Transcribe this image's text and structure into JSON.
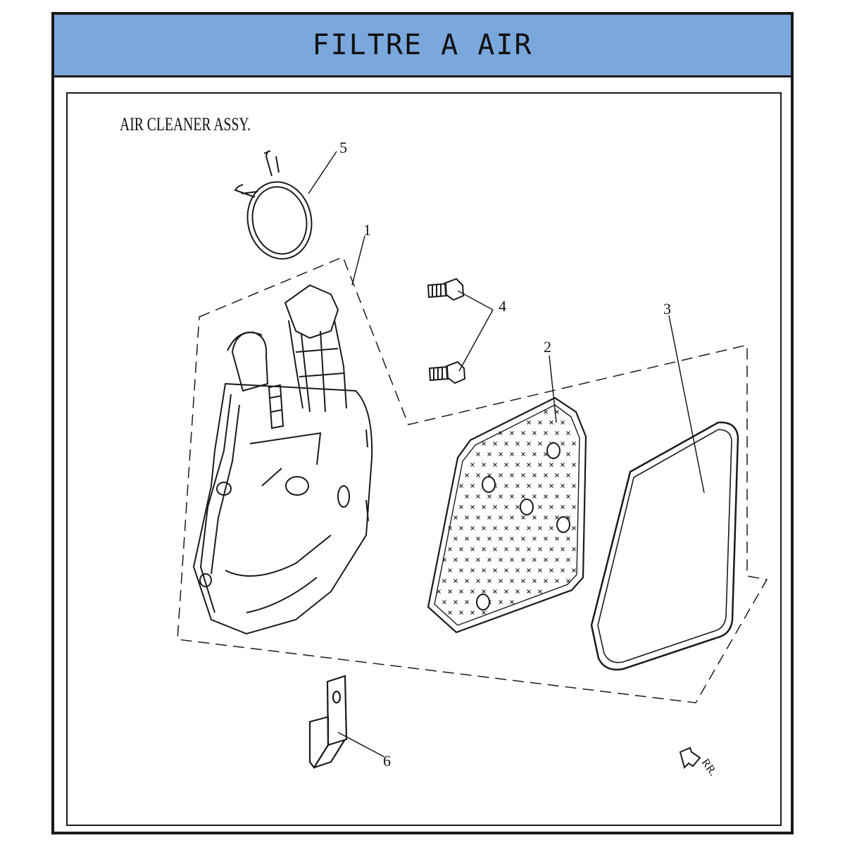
{
  "header": {
    "title": "FILTRE A AIR"
  },
  "diagram": {
    "assembly_title": "AIR CLEANER ASSY.",
    "callouts": [
      {
        "id": "1",
        "text": "1"
      },
      {
        "id": "2",
        "text": "2"
      },
      {
        "id": "3",
        "text": "3"
      },
      {
        "id": "4",
        "text": "4"
      },
      {
        "id": "5",
        "text": "5"
      },
      {
        "id": "6",
        "text": "6"
      }
    ],
    "direction_label": "RR."
  }
}
